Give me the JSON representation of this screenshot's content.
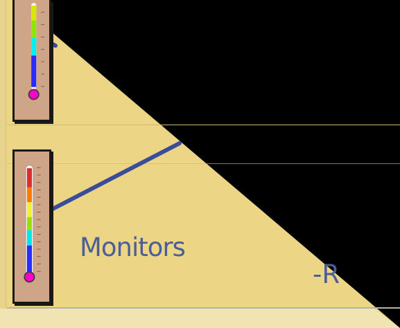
{
  "canvas": {
    "background": "#ecd685",
    "shadow": "#000000",
    "line_color": "#3b4c9b"
  },
  "monitor": {
    "label": "Monitors",
    "partial_label": "-R"
  },
  "thermometers": [
    {
      "name": "thermometer-top",
      "icon": "thermometer-icon"
    },
    {
      "name": "thermometer-bottom",
      "icon": "thermometer-icon"
    }
  ]
}
